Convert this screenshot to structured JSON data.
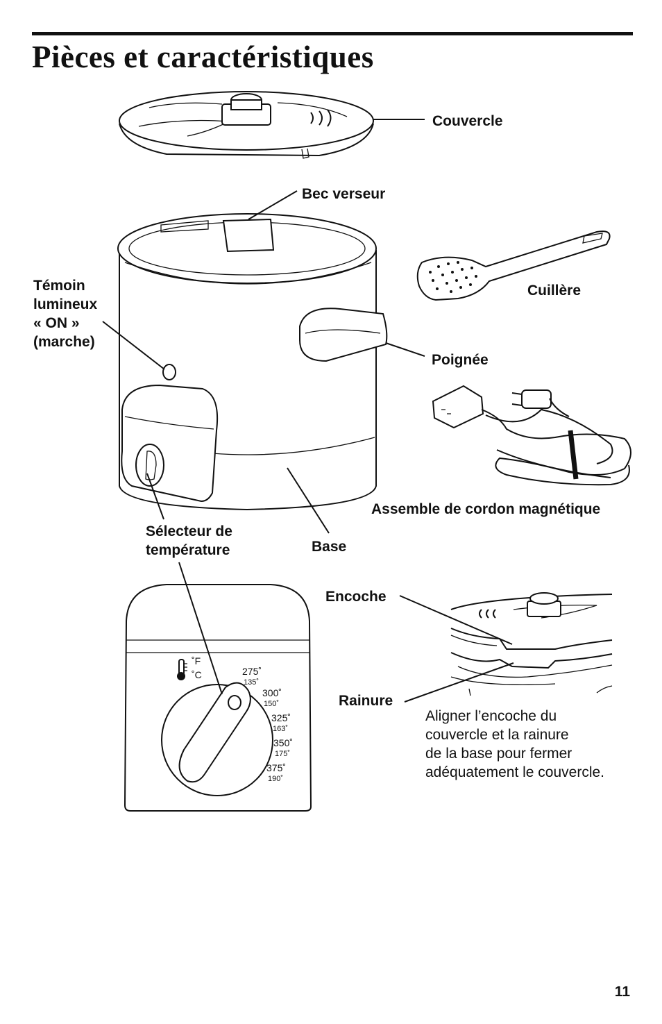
{
  "title": "Pièces et caractéristiques",
  "labels": {
    "couvercle": "Couvercle",
    "bec_verseur": "Bec verseur",
    "temoin": [
      "Témoin",
      "lumineux",
      "« ON »",
      "(marche)"
    ],
    "cuillere": "Cuillère",
    "poignee": "Poignée",
    "cordon": "Assemble de cordon magnétique",
    "selecteur": [
      "Sélecteur de",
      "température"
    ],
    "base": "Base",
    "encoche": "Encoche",
    "rainure": "Rainure"
  },
  "note": [
    "Aligner l’encoche du",
    "couvercle et la rainure",
    "de la base pour fermer",
    "adéquatement le couvercle."
  ],
  "dial": {
    "units": [
      "˚F",
      "˚C"
    ],
    "settings": [
      {
        "f": "275˚",
        "c": "135˚"
      },
      {
        "f": "300˚",
        "c": "150˚"
      },
      {
        "f": "325˚",
        "c": "163˚"
      },
      {
        "f": "350˚",
        "c": "175˚"
      },
      {
        "f": "375˚",
        "c": "190˚"
      }
    ]
  },
  "page_number": "11"
}
